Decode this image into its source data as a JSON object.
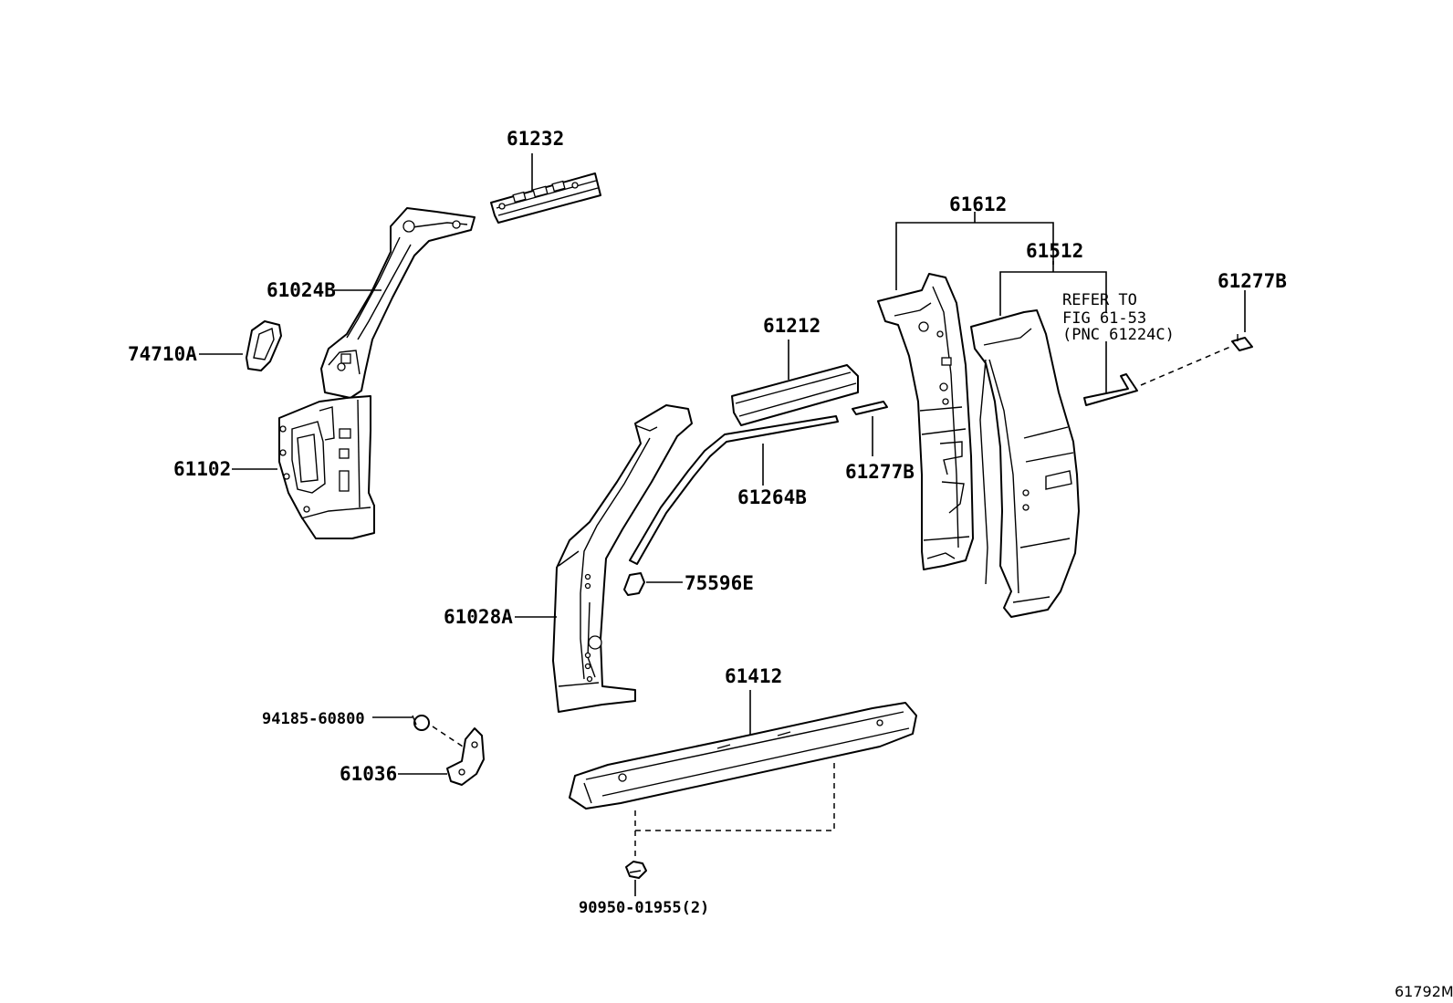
{
  "labels": {
    "p61232": "61232",
    "p61024B": "61024B",
    "p74710A": "74710A",
    "p61102": "61102",
    "p61212": "61212",
    "p61264B": "61264B",
    "p61277B_mid": "61277B",
    "p75596E": "75596E",
    "p61028A": "61028A",
    "p61612": "61612",
    "p61512": "61512",
    "p61277B_right": "61277B",
    "p61412": "61412",
    "p94185": "94185-60800",
    "p61036": "61036",
    "p90950": "90950-01955(2)"
  },
  "note": {
    "line1": "REFER TO",
    "line2": "FIG 61-53",
    "line3": "(PNC 61224C)"
  },
  "figure_id": "61792M"
}
